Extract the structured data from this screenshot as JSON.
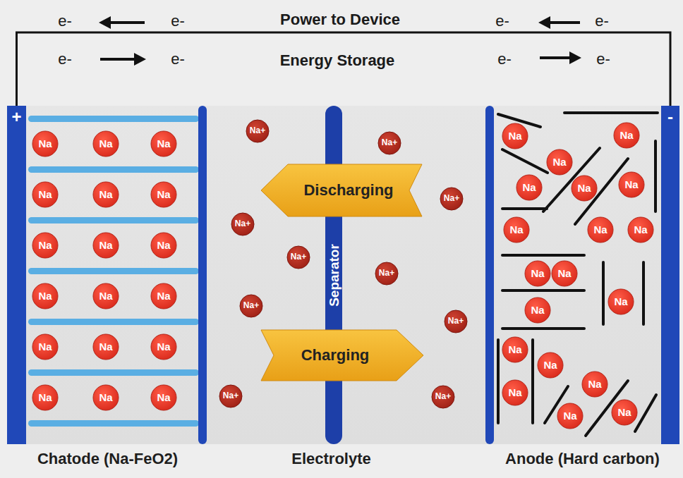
{
  "diagram": {
    "nodes": [
      {
        "text": [
          "Chatode (Na-FeO2)"
        ]
      },
      {
        "text": [
          "+"
        ],
        "in": 0
      },
      {
        "text": [
          "Na"
        ],
        "in": 0
      },
      {
        "text": [
          "Na"
        ],
        "in": 0
      },
      {
        "text": [
          "Na"
        ],
        "in": 0
      },
      {
        "text": [
          "Na"
        ],
        "in": 0
      },
      {
        "text": [
          "Na"
        ],
        "in": 0
      },
      {
        "text": [
          "Na"
        ],
        "in": 0
      },
      {
        "text": [
          "Na"
        ],
        "in": 0
      },
      {
        "text": [
          "Na"
        ],
        "in": 0
      },
      {
        "text": [
          "Na"
        ],
        "in": 0
      },
      {
        "text": [
          "Na"
        ],
        "in": 0
      },
      {
        "text": [
          "Na"
        ],
        "in": 0
      },
      {
        "text": [
          "Na"
        ],
        "in": 0
      },
      {
        "text": [
          "Na"
        ],
        "in": 0
      },
      {
        "text": [
          "Na"
        ],
        "in": 0
      },
      {
        "text": [
          "Na"
        ],
        "in": 0
      },
      {
        "text": [
          "Na"
        ],
        "in": 0
      },
      {
        "text": [
          "Na"
        ],
        "in": 0
      },
      {
        "text": [
          "Na"
        ],
        "in": 0
      },
      {
        "text": [
          "Electrolyte"
        ]
      },
      {
        "text": [
          "Na+"
        ],
        "in": 20
      },
      {
        "text": [
          "Na+"
        ],
        "in": 20
      },
      {
        "text": [
          "Discharging"
        ],
        "in": 20
      },
      {
        "text": [
          "Na+"
        ],
        "in": 20
      },
      {
        "text": [
          "Na+"
        ],
        "in": 20
      },
      {
        "text": [
          "Separator"
        ],
        "in": 20
      },
      {
        "text": [
          "Na+"
        ],
        "in": 20
      },
      {
        "text": [
          "Na+"
        ],
        "in": 20
      },
      {
        "text": [
          "Na+"
        ],
        "in": 20
      },
      {
        "text": [
          "Na+"
        ],
        "in": 20
      },
      {
        "text": [
          "Charging"
        ],
        "in": 20
      },
      {
        "text": [
          "Na+"
        ],
        "in": 20
      },
      {
        "text": [
          "Na+"
        ],
        "in": 20
      },
      {
        "text": [
          "Anode (Hard carbon)"
        ]
      },
      {
        "text": [
          "-"
        ],
        "in": 34
      },
      {
        "text": [
          "Na"
        ],
        "in": 34
      },
      {
        "text": [
          "Na"
        ],
        "in": 34
      },
      {
        "text": [
          "Na"
        ],
        "in": 34
      },
      {
        "text": [
          "Na"
        ],
        "in": 34
      },
      {
        "text": [
          "Na"
        ],
        "in": 34
      },
      {
        "text": [
          "Na"
        ],
        "in": 34
      },
      {
        "text": [
          "Na"
        ],
        "in": 34
      },
      {
        "text": [
          "Na"
        ],
        "in": 34
      },
      {
        "text": [
          "Na"
        ],
        "in": 34
      },
      {
        "text": [
          "Na"
        ],
        "in": 34
      },
      {
        "text": [
          "Na"
        ],
        "in": 34
      },
      {
        "text": [
          "Na"
        ],
        "in": 34
      },
      {
        "text": [
          "Na"
        ],
        "in": 34
      },
      {
        "text": [
          "Na"
        ],
        "in": 34
      },
      {
        "text": [
          "Na"
        ],
        "in": 34
      },
      {
        "text": [
          "Na"
        ],
        "in": 34
      },
      {
        "text": [
          "Na"
        ],
        "in": 34
      },
      {
        "text": [
          "Na"
        ],
        "in": 34
      },
      {
        "text": [
          "Na"
        ],
        "in": 34
      }
    ],
    "edges": [
      {
        "from": 1,
        "to": 35,
        "arrow": "none"
      }
    ],
    "labels": [
      "e-",
      "e-",
      "Power to Device",
      "e-",
      "e-",
      "e-",
      "e-",
      "Energy Storage",
      "e-",
      "e-"
    ]
  }
}
